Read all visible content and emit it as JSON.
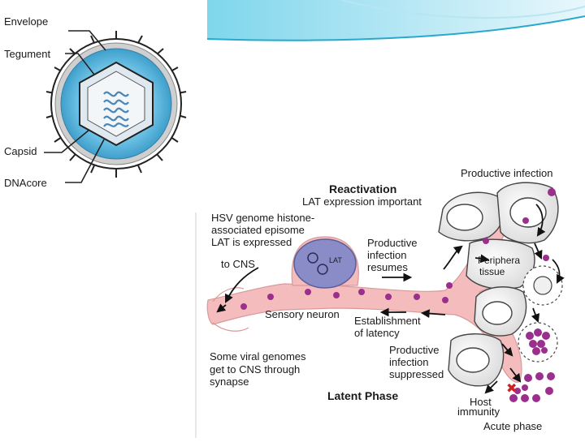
{
  "virion_labels": {
    "envelope": "Envelope",
    "tegument": "Tegument",
    "capsid": "Capsid",
    "dna_core": "DNAcore"
  },
  "cycle": {
    "reactivation_title": "Reactivation",
    "lat_expression": "LAT expression important",
    "productive_infection_top": "Productive infection",
    "hsv_episome_1": "HSV genome histone-",
    "hsv_episome_2": "associated episome",
    "hsv_episome_3": "LAT is expressed",
    "to_cns": "to CNS",
    "nucleus_lat": "LAT",
    "productive_resumes_1": "Productive",
    "productive_resumes_2": "infection",
    "productive_resumes_3": "resumes",
    "peripheral_1": "Periphera",
    "peripheral_2": "tissue",
    "sensory_neuron": "Sensory neuron",
    "establishment_1": "Establishment",
    "establishment_2": "of latency",
    "suppressed_1": "Productive",
    "suppressed_2": "infection",
    "suppressed_3": "suppressed",
    "some_viral_1": "Some viral genomes",
    "some_viral_2": "get to CNS through",
    "some_viral_3": "synapse",
    "latent_phase": "Latent Phase",
    "host_immunity_1": "Host",
    "host_immunity_2": "immunity",
    "acute_phase": "Acute phase"
  },
  "colors": {
    "header_teal": "#3fc0dd",
    "capsule_blue": "#5fb8de",
    "neuron_pink": "#f4bcbc",
    "virus_purple": "#9a2f8e",
    "nucleus_lavender": "#8a8cc8"
  }
}
